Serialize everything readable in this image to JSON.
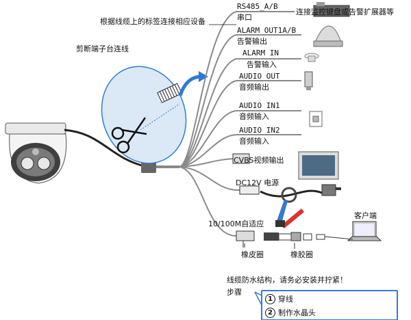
{
  "top_note": "根据线缆上的标签连接相应设备",
  "cut_note": "剪断端子台连线",
  "ports": {
    "rs485": {
      "name": "RS485_A/B",
      "sub": "串口",
      "desc": "连接监控键盘或告警扩展器等"
    },
    "alarm_out": {
      "name": "ALARM OUT1A/B",
      "sub": "告警输出"
    },
    "alarm_in": {
      "name": "ALARM IN",
      "sub": "告警输入"
    },
    "audio_out": {
      "name": "AUDIO OUT",
      "sub": "音频输出"
    },
    "audio_in1": {
      "name": "AUDIO IN1",
      "sub": "音频输入"
    },
    "audio_in2": {
      "name": "AUDIO IN2",
      "sub": "音频输入"
    },
    "cvbs": {
      "name": "CVBS视频输出"
    },
    "dc12v": {
      "name": "DC12V 电源"
    },
    "network": {
      "name": "10/100M自适应"
    }
  },
  "client_label": "客户端",
  "rubber_ring_label": "橡皮圈",
  "rubber_seal_label": "橡胶圈",
  "waterproof_note": "线缆防水结构，请务必安装并拧紧！",
  "steps_title": "步骤",
  "steps": [
    {
      "num": "1",
      "label": "穿线"
    },
    {
      "num": "2",
      "label": "制作水晶头"
    }
  ],
  "colors": {
    "accent": "#2f7bd2",
    "cable": "#8a8a8a",
    "ellipse_fill": "#dbe9f7"
  }
}
